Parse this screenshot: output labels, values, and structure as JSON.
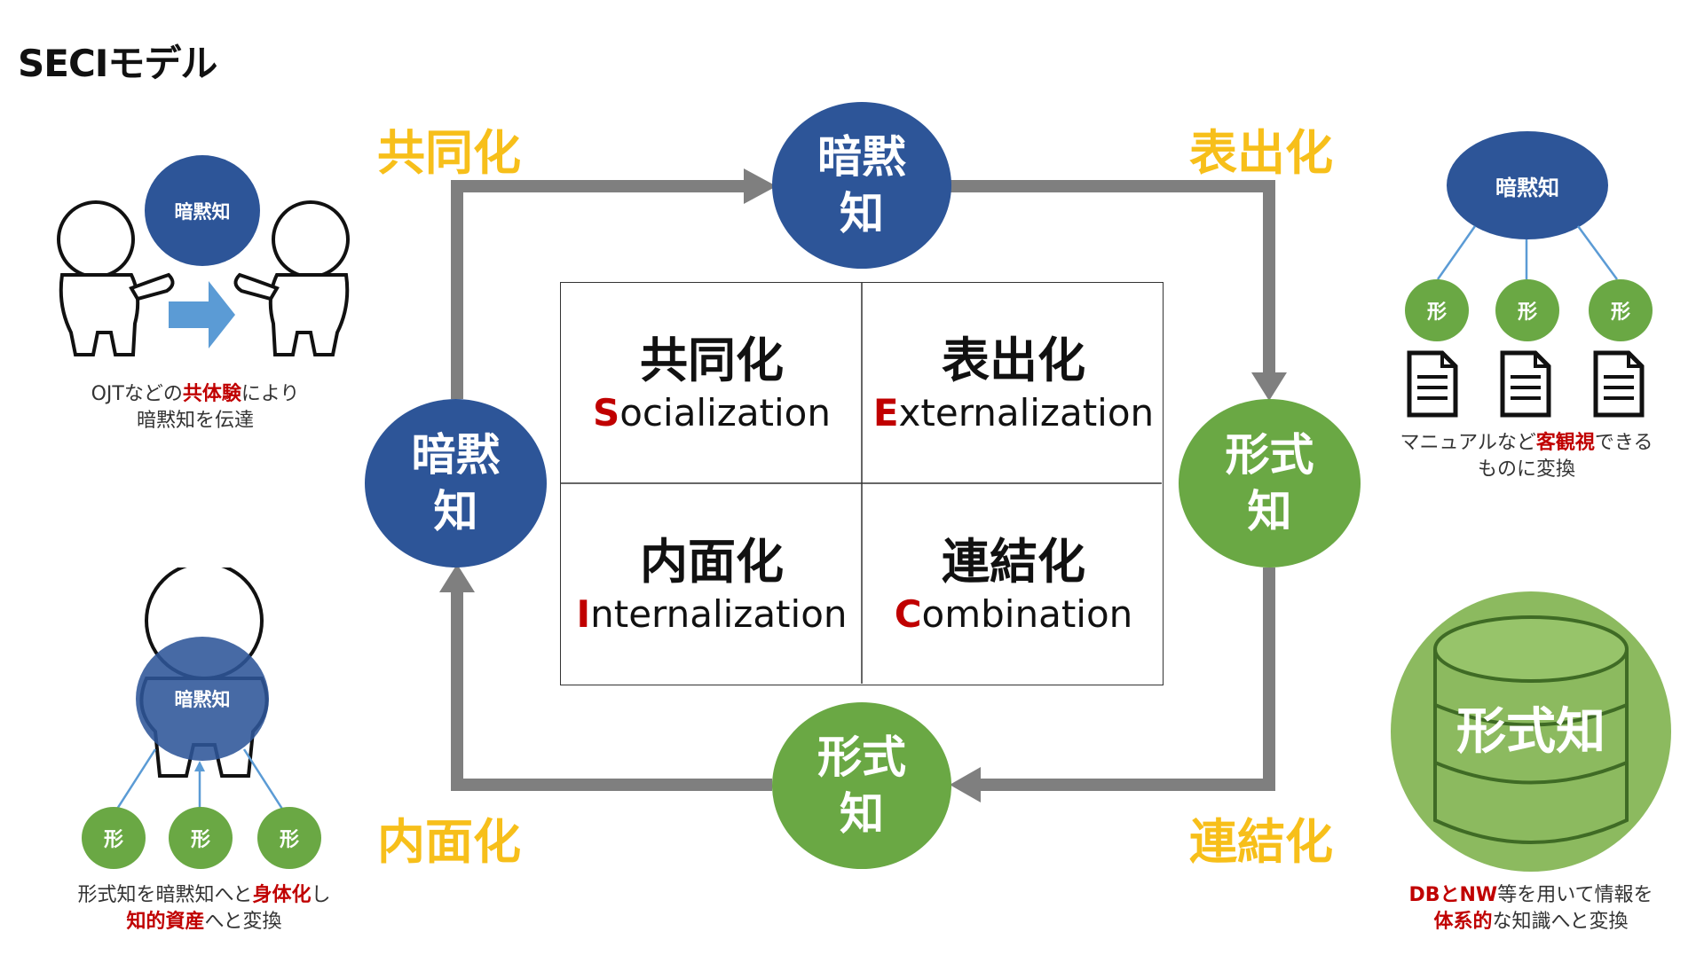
{
  "title": "SECIモデル",
  "phases": {
    "socialization": "共同化",
    "externalization": "表出化",
    "internalization": "内面化",
    "combination": "連結化"
  },
  "cycle_nodes": {
    "top": [
      "暗黙",
      "知"
    ],
    "left": [
      "暗黙",
      "知"
    ],
    "right": [
      "形式",
      "知"
    ],
    "bottom": [
      "形式",
      "知"
    ]
  },
  "matrix": [
    {
      "jp": "共同化",
      "initial": "S",
      "rest": "ocialization"
    },
    {
      "jp": "表出化",
      "initial": "E",
      "rest": "xternalization"
    },
    {
      "jp": "内面化",
      "initial": "I",
      "rest": "nternalization"
    },
    {
      "jp": "連結化",
      "initial": "C",
      "rest": "ombination"
    }
  ],
  "top_left": {
    "bubble": "暗黙知",
    "caption_line1_a": "OJTなどの",
    "caption_line1_b": "共体験",
    "caption_line1_c": "により",
    "caption_line2": "暗黙知を伝達"
  },
  "top_right": {
    "bubble": "暗黙知",
    "nodes": [
      "形",
      "形",
      "形"
    ],
    "caption_line1_a": "マニュアルなど",
    "caption_line1_b": "客観視",
    "caption_line1_c": "できる",
    "caption_line2": "ものに変換"
  },
  "bottom_left": {
    "bubble": "暗黙知",
    "nodes": [
      "形",
      "形",
      "形"
    ],
    "caption_line1_a": "形式知を暗黙知へと",
    "caption_line1_b": "身体化",
    "caption_line1_c": "し",
    "caption_line2_a": "知的資産",
    "caption_line2_b": "へと変換"
  },
  "bottom_right": {
    "db_label": "形式知",
    "caption_line1_a": "DBとNW",
    "caption_line1_b": "等を用いて情報を",
    "caption_line2_a": "体系的",
    "caption_line2_b": "な知識へと変換"
  },
  "colors": {
    "tacit_blue": "#2d5598",
    "explicit_green": "#6aa844",
    "phase_yellow": "#f7bf1a",
    "accent_red": "#c00000",
    "arrow_gray": "#7f7f7f"
  }
}
